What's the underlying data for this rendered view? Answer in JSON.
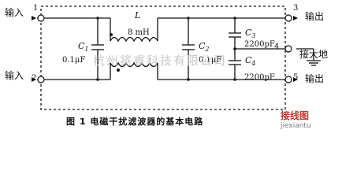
{
  "terminals": {
    "t1": {
      "label": "输入",
      "number": "1"
    },
    "t2": {
      "label": "输入",
      "number": "2"
    },
    "t3": {
      "label": "输出",
      "number": "3"
    },
    "t4": {
      "label": "接大地",
      "number": "4"
    },
    "t5": {
      "label": "输出",
      "number": "5"
    }
  },
  "components": {
    "inductor": {
      "name": "L",
      "value": "8 mH"
    },
    "c1": {
      "name": "C",
      "sub": "1",
      "value": "0.1μF"
    },
    "c2": {
      "name": "C",
      "sub": "2",
      "value": "0.1μF"
    },
    "c3": {
      "name": "C",
      "sub": "3",
      "value": "2200pF"
    },
    "c4": {
      "name": "C",
      "sub": "4",
      "value": "2200pF"
    }
  },
  "watermark": "杭州将睿科技有限公司",
  "caption": "图 1   电磁干扰滤波器的基本电路",
  "logo": {
    "brand": "接线图",
    "site": "jiexiantu"
  },
  "colors": {
    "line": "#111111",
    "watermark": "#c8c8c8",
    "logo_red": "#c0392b"
  }
}
